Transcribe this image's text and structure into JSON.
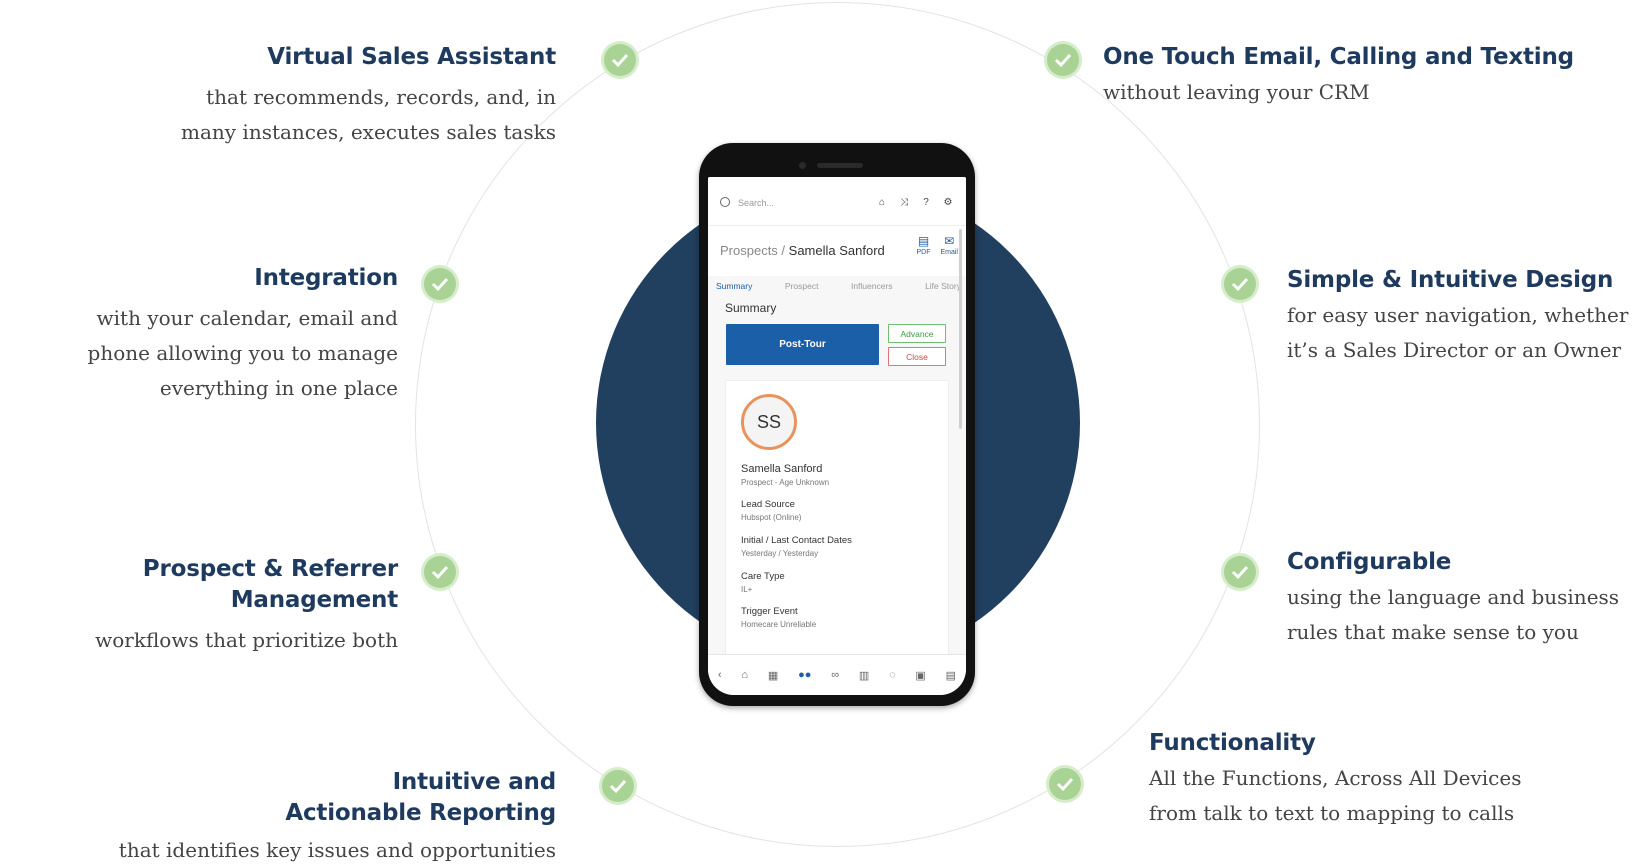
{
  "features": {
    "virtual_sales": {
      "title": "Virtual Sales Assistant",
      "desc": "that recommends, records, and, in\nmany instances, executes sales tasks"
    },
    "integration": {
      "title": "Integration",
      "desc": "with your calendar, email and\nphone allowing you to manage\neverything in one place"
    },
    "prospect": {
      "title": "Prospect & Referrer\nManagement",
      "desc": "workflows that prioritize both"
    },
    "reporting": {
      "title": "Intuitive and\nActionable Reporting",
      "desc": "that identifies key issues and opportunities"
    },
    "one_touch": {
      "title": "One Touch Email, Calling and Texting",
      "desc": "without leaving your CRM"
    },
    "design": {
      "title": "Simple & Intuitive Design",
      "desc": "for easy user navigation, whether\nit’s a Sales Director or an Owner"
    },
    "configurable": {
      "title": "Configurable",
      "desc": "using the language and business\nrules that make sense to you"
    },
    "functionality": {
      "title": "Functionality",
      "desc": "All the Functions, Across All Devices\nfrom talk to text to mapping to calls"
    }
  },
  "app": {
    "search_placeholder": "Search...",
    "breadcrumb_parent": "Prospects /",
    "breadcrumb_current": "Samella Sanford",
    "pdf_label": "PDF",
    "email_label": "Email",
    "tabs": [
      "Summary",
      "Prospect",
      "Influencers",
      "Life Story"
    ],
    "summary_heading": "Summary",
    "stage_button": "Post-Tour",
    "advance_button": "Advance",
    "close_button": "Close",
    "avatar_initials": "SS",
    "contact_name": "Samella Sanford",
    "contact_subtitle": "Prospect - Age Unknown",
    "fields": [
      {
        "label": "Lead Source",
        "value": "Hubspot (Online)"
      },
      {
        "label": "Initial / Last Contact Dates",
        "value": "Yesterday / Yesterday"
      },
      {
        "label": "Care Type",
        "value": "IL+"
      },
      {
        "label": "Trigger Event",
        "value": "Homecare Unreliable"
      }
    ]
  },
  "colors": {
    "navy": "#213f5e",
    "title": "#1e3a5f",
    "check": "#a8d394",
    "primary": "#1b5fa8"
  }
}
